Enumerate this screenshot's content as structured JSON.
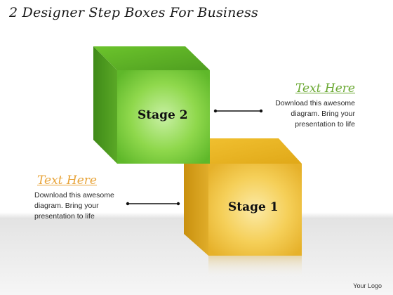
{
  "title": "2 Designer Step Boxes For Business",
  "stages": [
    {
      "label": "Stage 2",
      "color": "#7dcf38"
    },
    {
      "label": "Stage 1",
      "color": "#f2c84a"
    }
  ],
  "callouts": [
    {
      "heading": "Text Here",
      "heading_color": "#6aa832",
      "lines": [
        "Download this awesome",
        "diagram. Bring your",
        "presentation to life"
      ]
    },
    {
      "heading": "Text Here",
      "heading_color": "#e8a43a",
      "lines": [
        "Download this awesome",
        "diagram. Bring your",
        "presentation to life"
      ]
    }
  ],
  "logo_text": "Your Logo"
}
